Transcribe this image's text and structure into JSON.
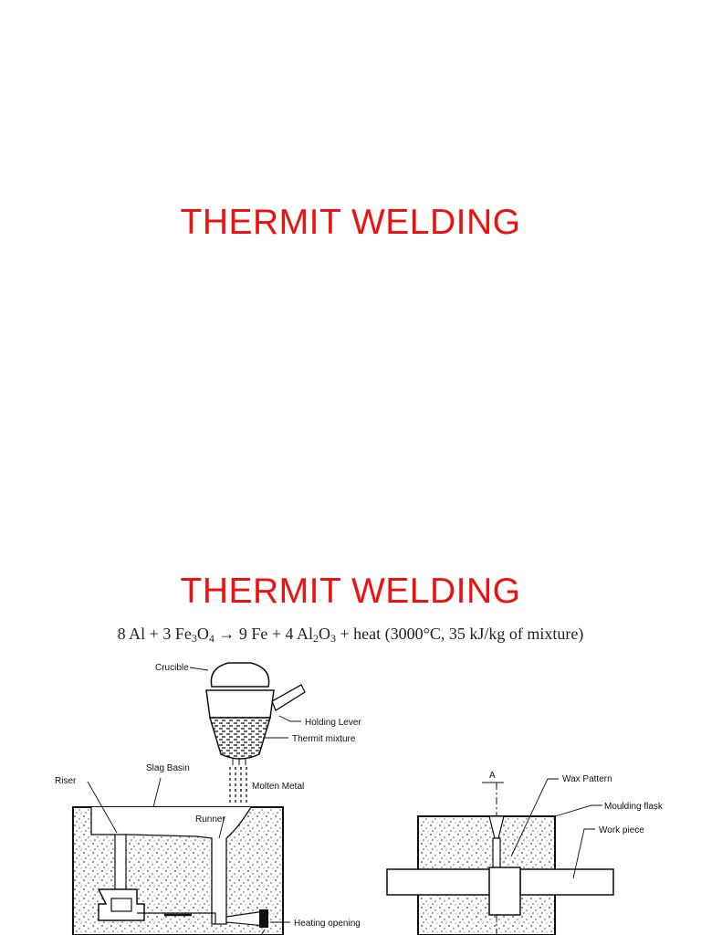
{
  "slide1": {
    "title": "THERMIT WELDING"
  },
  "slide2": {
    "title": "THERMIT WELDING",
    "equation": {
      "text": "8 Al + 3 Fe3O4 → 9 Fe + 4 Al2O3 + heat (3000°C, 35 kJ/kg of mixture)",
      "lhs_1": "8 Al + 3 Fe",
      "sub_1": "3",
      "mid_1": "O",
      "sub_2": "4",
      "arrow": " → 9 Fe + 4 Al",
      "sub_3": "2",
      "mid_2": "O",
      "sub_4": "3",
      "rhs": " + heat (3000°C, 35 kJ/kg of mixture)"
    },
    "diagram": {
      "labels": {
        "crucible": "Crucible",
        "holding_lever": "Holding Lever",
        "thermit_mixture": "Thermit mixture",
        "slag_basin": "Slag Basin",
        "riser": "Riser",
        "molten_metal": "Molten Metal",
        "runner": "Runner",
        "heating_opening": "Heating opening",
        "section_mark": "A",
        "wax_pattern": "Wax Pattern",
        "moulding_flask": "Moulding flask",
        "work_piece": "Work piece"
      }
    },
    "colors": {
      "title": "#ee1111"
    }
  }
}
